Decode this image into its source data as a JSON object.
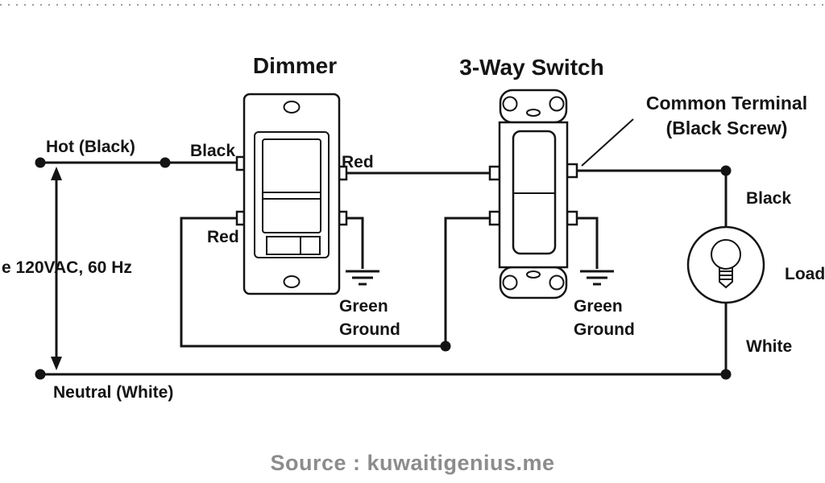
{
  "colors": {
    "line": "#141414",
    "background": "#ffffff",
    "source": "#8c8c8c"
  },
  "supply": {
    "hot_label": "Hot (Black)",
    "voltage_label": "e 120VAC, 60 Hz",
    "neutral_label": "Neutral (White)"
  },
  "dimmer": {
    "title": "Dimmer",
    "wire_in_label": "Black",
    "wire_out_top_label": "Red",
    "wire_out_bottom_label": "Red",
    "ground_label_line1": "Green",
    "ground_label_line2": "Ground"
  },
  "switch3way": {
    "title": "3-Way Switch",
    "common_label_line1": "Common Terminal",
    "common_label_line2": "(Black Screw)",
    "ground_label_line1": "Green",
    "ground_label_line2": "Ground"
  },
  "load": {
    "label": "Load",
    "wire_top_label": "Black",
    "wire_bottom_label": "White"
  },
  "footer": {
    "source_text": "Source : kuwaitigenius.me"
  }
}
